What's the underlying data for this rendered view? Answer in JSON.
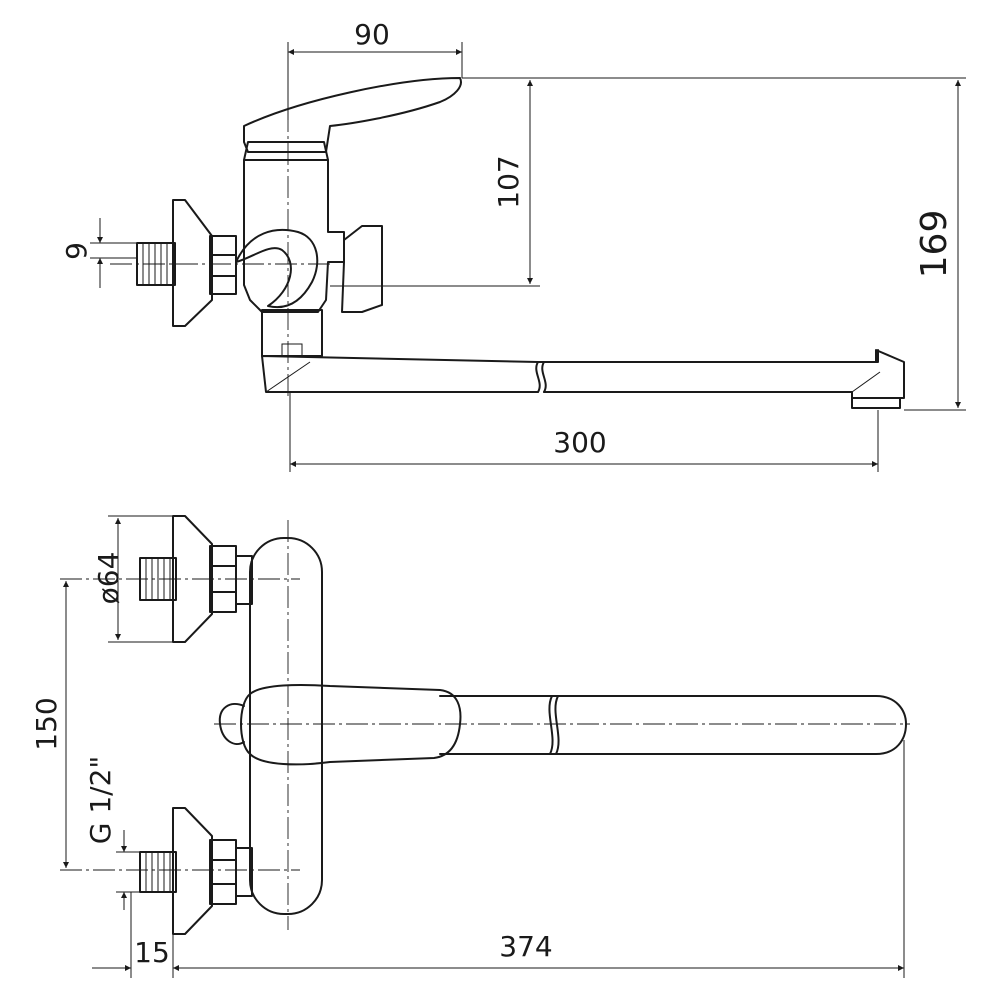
{
  "dimensions": {
    "top_width": "90",
    "handle_height": "107",
    "total_height": "169",
    "thread_height": "9",
    "spout_reach": "300",
    "flange_diameter": "ø64",
    "center_distance": "150",
    "thread_spec": "G 1/2\"",
    "offset": "15",
    "total_length": "374"
  }
}
